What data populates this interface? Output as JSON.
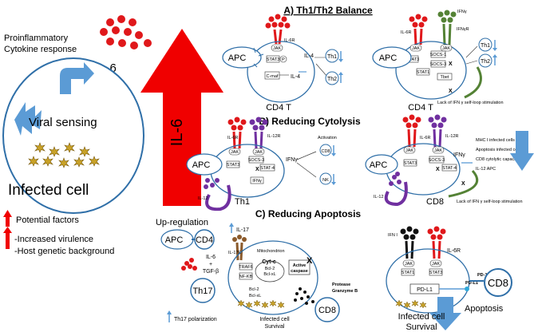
{
  "left_panel": {
    "proinflammatory_line1": "Proinflammatory",
    "proinflammatory_line2": "Cytokine response",
    "il6_small": "IL-6",
    "viral_sensing": "Viral sensing",
    "infected_cell": "Infected cell",
    "il6_big": "IL-6",
    "upregulation": "Up-regulation",
    "potential_factors": "Potential factors",
    "factor_1": "-Increased virulence",
    "factor_2": "-Host genetic background"
  },
  "section_a": {
    "title": "A) Th1/Th2 Balance",
    "left": {
      "il6r": "IL-6R",
      "jak": "JAK",
      "stat3": "STAT3",
      "p": "P",
      "cmaf": "C-maf",
      "il4_top": "IL-4",
      "il4_bottom": "IL-4",
      "apc": "APC",
      "th1": "Th1",
      "th2": "Th2",
      "cell": "CD4 T"
    },
    "right": {
      "il6r": "IL-6R",
      "ifngr": "IFNγR",
      "ifng": "IFNγ",
      "jak_l": "JAK",
      "jak_r": "JAK",
      "stat3": "STAT3",
      "socs1": "SOCS-1",
      "socs3": "SOCS-3",
      "tbet": "Tbet",
      "stat1": "STAT1",
      "apc": "APC",
      "th1": "Th1",
      "th2": "Th2",
      "cell": "CD4 T",
      "note": "Lack of IFN γ self-loop stimulation"
    }
  },
  "section_b": {
    "title": "B) Reducing Cytolysis",
    "left": {
      "il6r": "IL-6R",
      "il12r": "IL-12R",
      "jak_l": "JAK",
      "jak_r": "JAK",
      "stat3": "STAT3",
      "socs3": "SOCS-3",
      "stat4": "STAT-4",
      "ifng_in": "IFNγ",
      "ifng_out": "IFNγ",
      "apc": "APC",
      "il12": "IL-12",
      "cell": "Th1",
      "activation": "Activation",
      "cd8": "CD8",
      "nk": "NK"
    },
    "right": {
      "il6r": "IL-6R",
      "il12r": "IL-12R",
      "jak_l": "JAK",
      "jak_r": "JAK",
      "stat3": "STAT3",
      "socs3": "SOCS-3",
      "stat4": "STAT-4",
      "ifng": "IFNγ",
      "apc": "APC",
      "il12": "IL-12",
      "cell": "CD8",
      "list_1": "MHC I infected cells",
      "list_2": "Apoptosis infected cells",
      "list_3": "CD8 cytolytic capacity",
      "list_4": "IL-12 APC",
      "note": "Lack of IFN γ self-loop stimulation"
    }
  },
  "section_c": {
    "title": "C) Reducing Apoptosis",
    "left": {
      "apc": "APC",
      "cd4": "CD4",
      "il6_tgf_1": "IL-6",
      "il6_tgf_2": "+",
      "il6_tgf_3": "TGF-β",
      "th17": "Th17",
      "polarization": "Th17 polarization",
      "il17": "IL-17",
      "il17r": "IL-17R",
      "traf6": "TRAF6",
      "nfkb": "NF-KB",
      "mito": "Mitochondrion",
      "cytc": "Cyt-c",
      "bcl2_a": "Bcl-2",
      "bclxl_a": "Bcl-xL",
      "active_caspase_1": "Active",
      "active_caspase_2": "caspase",
      "bcl2_b": "Bcl-2",
      "bclxl_b": "Bcl-xL",
      "protease_1": "Protease",
      "protease_2": "Granzyme B",
      "cd8": "CD8",
      "survival_1": "Infected cell",
      "survival_2": "Survival"
    },
    "right": {
      "ifni": "IFN I",
      "il6r": "IL-6R",
      "jak_l": "JAK",
      "jak_r": "JAK",
      "stat1": "STAT1",
      "stat3": "STAT3",
      "pdl1_in": "PD-L1",
      "pd1": "PD-1",
      "pdl1_out": "PD-L1",
      "cd8": "CD8",
      "apoptosis": "Apoptosis",
      "survival_1": "Infected cell",
      "survival_2": "Survival"
    }
  },
  "colors": {
    "red": "#e0181b",
    "blue": "#5b9bd5",
    "purple": "#7030a0",
    "green": "#548235",
    "brown": "#8b5a2b",
    "gold": "#c9a227",
    "black": "#111111",
    "outline": "#2f6fa8"
  }
}
